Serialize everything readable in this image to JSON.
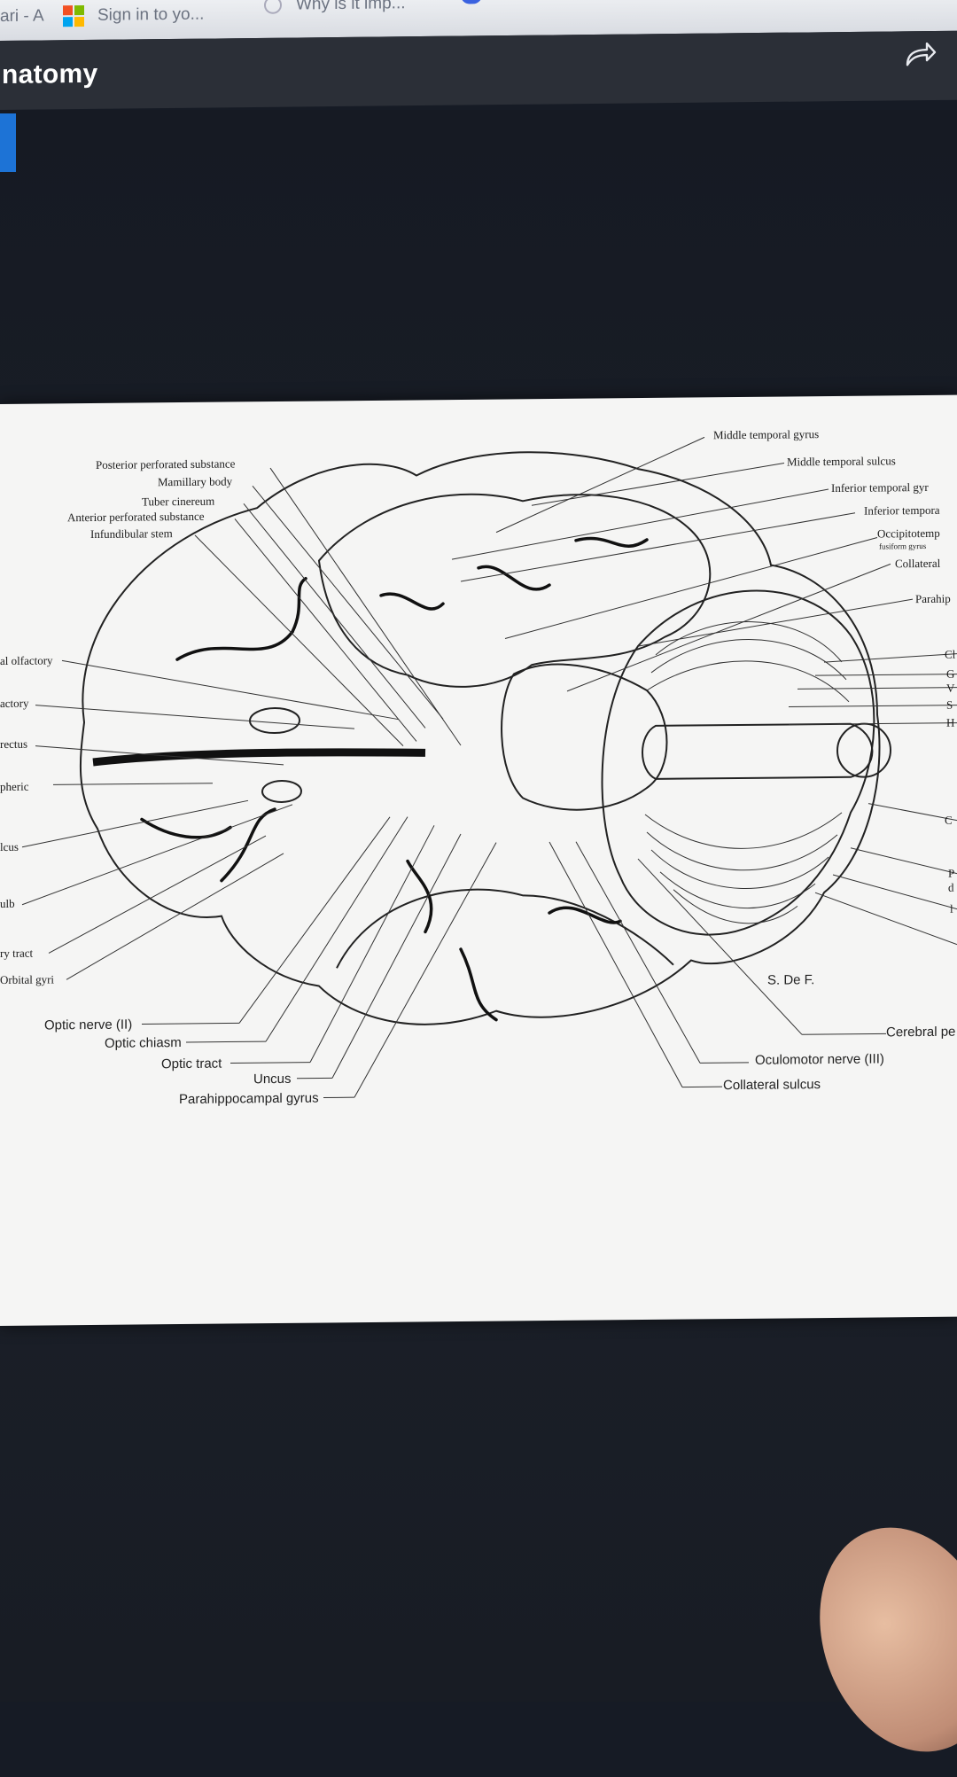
{
  "browser": {
    "tabs": [
      {
        "label": "ari - A",
        "icon": "none"
      },
      {
        "label": "Sign in to yo...",
        "icon": "microsoft-logo-icon"
      },
      {
        "label": "Why is it imp...",
        "icon": "globe-icon"
      }
    ]
  },
  "header": {
    "title": "natomy",
    "share_icon": "share-arrow-icon"
  },
  "colors": {
    "accent": "#1d73d6",
    "header_bg": "#2b2f37",
    "content_bg": "#161b25"
  },
  "figure": {
    "labels_top_left": [
      "Posterior perforated substance",
      "Mamillary body",
      "Tuber cinereum",
      "Anterior perforated substance",
      "Infundibular stem"
    ],
    "labels_top_right": [
      "Middle temporal gyrus",
      "Middle temporal sulcus",
      "Inferior temporal gyr",
      "Inferior tempora",
      "Occipitotemp",
      "fusiform gyrus",
      "Collateral",
      "Parahip"
    ],
    "labels_left": [
      "al olfactory",
      "actory",
      "rectus",
      "pheric",
      "lcus",
      "ulb",
      "ry tract",
      "Orbital gyri"
    ],
    "labels_bottom_left": [
      "Optic nerve (II)",
      "Optic chiasm",
      "Optic tract",
      "Uncus",
      "Parahippocampal gyrus"
    ],
    "labels_right_edge": [
      "Cl",
      "G",
      "V",
      "S",
      "H",
      "C",
      "P",
      "d",
      "l"
    ],
    "labels_bottom_right": [
      "Cerebral pe",
      "Oculomotor nerve (III)",
      "Collateral sulcus"
    ],
    "signature": "S. De F."
  }
}
